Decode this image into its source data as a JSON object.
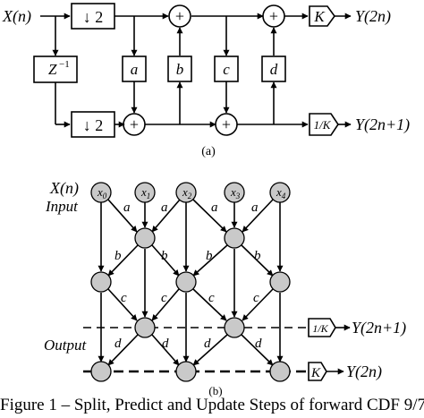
{
  "part_a": {
    "input_label": "X(n)",
    "downsample_label": "↓ 2",
    "delay_label": "Z",
    "delay_exponent": "−1",
    "plus_symbol": "+",
    "coeff_a": "a",
    "coeff_b": "b",
    "coeff_c": "c",
    "coeff_d": "d",
    "gain_k": "K",
    "gain_inv_k": "1/K",
    "output_even": "Y(2n)",
    "output_odd": "Y(2n+1)",
    "sublabel": "(a)"
  },
  "part_b": {
    "input_label": "X(n)",
    "input_word": "Input",
    "output_word": "Output",
    "sample_base": "x",
    "sample_indices": [
      "0",
      "1",
      "2",
      "3",
      "4"
    ],
    "edge_a": "a",
    "edge_b": "b",
    "edge_c": "c",
    "edge_d": "d",
    "gain_inv_k": "1/K",
    "gain_k": "K",
    "output_odd": "Y(2n+1)",
    "output_even": "Y(2n)",
    "sublabel": "(b)"
  },
  "caption": "Figure 1 – Split, Predict and Update Steps of forward CDF 9/7"
}
